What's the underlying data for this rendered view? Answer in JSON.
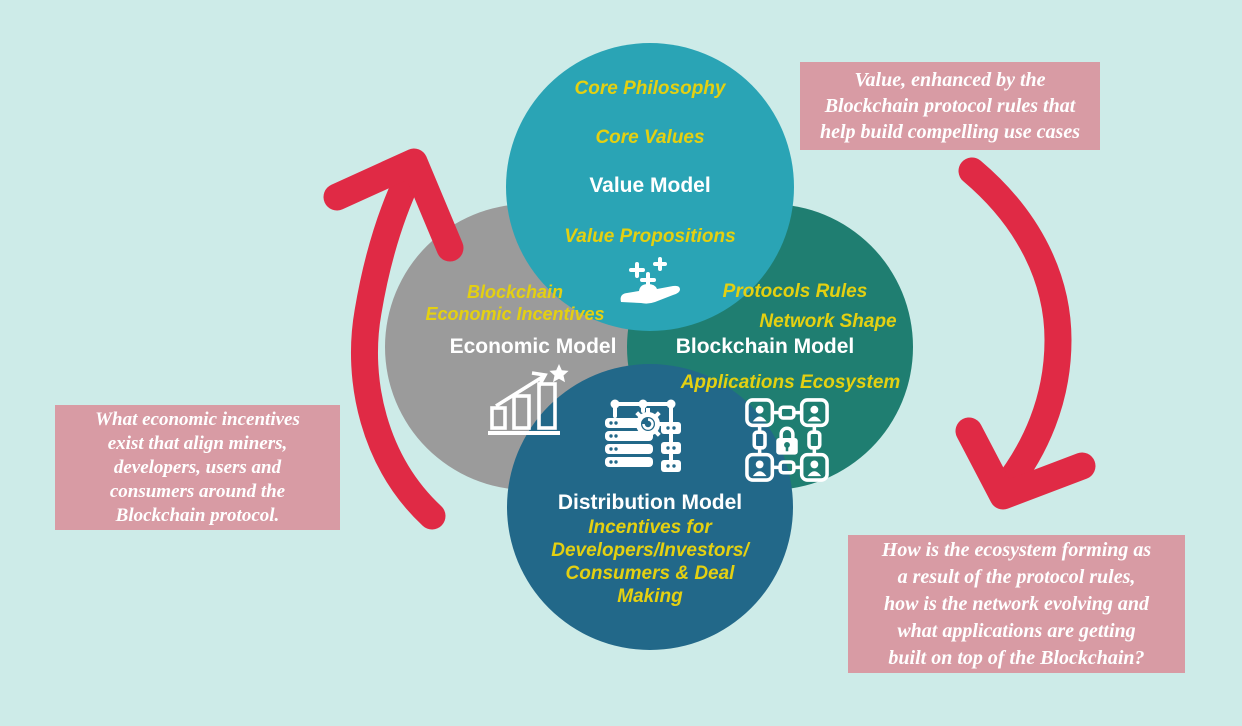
{
  "colors": {
    "background": "#cdebe8",
    "value_circle": "#2aa4b5",
    "economic_circle": "#9b9b9b",
    "blockchain_circle": "#1f7e71",
    "distribution_circle": "#226889",
    "callout_pink": "#d89ba4",
    "arrow_red": "#e02a45",
    "accent_yellow": "#e4d011",
    "title_white": "#ffffff"
  },
  "circles": {
    "value": {
      "line1": "Core Philosophy",
      "line2": "Core Values",
      "title": "Value Model",
      "line3": "Value Propositions",
      "icon": "hand-holding-sparkles"
    },
    "economic": {
      "label": "Blockchain\nEconomic Incentives",
      "title": "Economic Model",
      "icon": "growth-chart-star"
    },
    "blockchain": {
      "line1": "Protocols Rules",
      "line2": "Network Shape",
      "title": "Blockchain Model",
      "line3": "Applications Ecosystem",
      "icon": "peer-network-lock"
    },
    "distribution": {
      "title": "Distribution Model",
      "label": "Incentives for\nDevelopers/Investors/\nConsumers & Deal\nMaking",
      "icon": "server-network-gear"
    }
  },
  "callouts": {
    "top_right": "Value, enhanced by the\nBlockchain protocol rules that\nhelp build compelling use cases",
    "left": "What economic incentives\nexist that align miners,\ndevelopers, users and\nconsumers around the\nBlockchain protocol.",
    "bottom_right": "How is the ecosystem forming as\na result of the protocol rules,\nhow is the network evolving and\nwhat applications are getting\nbuilt on top of the Blockchain?"
  }
}
